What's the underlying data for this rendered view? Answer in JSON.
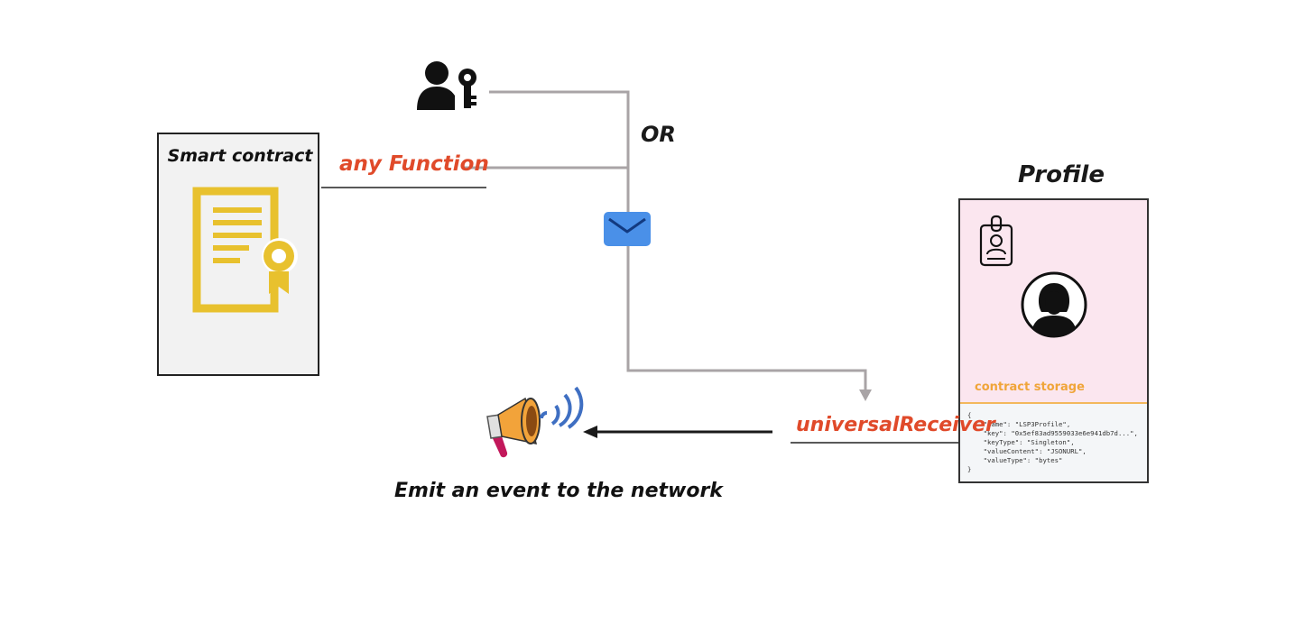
{
  "smart_contract": {
    "title": "Smart contract"
  },
  "call": {
    "function_label": "any Function",
    "or_label": "OR"
  },
  "profile": {
    "title": "Profile",
    "storage_label": "contract storage",
    "storage_json": "{\n    \"name\": \"LSP3Profile\",\n    \"key\": \"0x5ef83ad9559033e6e941db7d...\",\n    \"keyType\": \"Singleton\",\n    \"valueContent\": \"JSONURL\",\n    \"valueType\": \"bytes\"\n}"
  },
  "receiver": {
    "label": "universalReceiver"
  },
  "event": {
    "label": "Emit an event to the network"
  },
  "icons": {
    "contract": "certificate-document-icon",
    "owner": "user-key-icon",
    "message": "envelope-icon",
    "profile_badge": "id-badge-icon",
    "profile_avatar": "avatar-icon",
    "event": "megaphone-icon"
  },
  "colors": {
    "accent_red": "#e04a2a",
    "gold": "#e8c12e",
    "storage_orange": "#f0a53a",
    "profile_pink": "#fbe6ef",
    "wire_gray": "#a9a4a6",
    "envelope_blue": "#4a90e8"
  }
}
